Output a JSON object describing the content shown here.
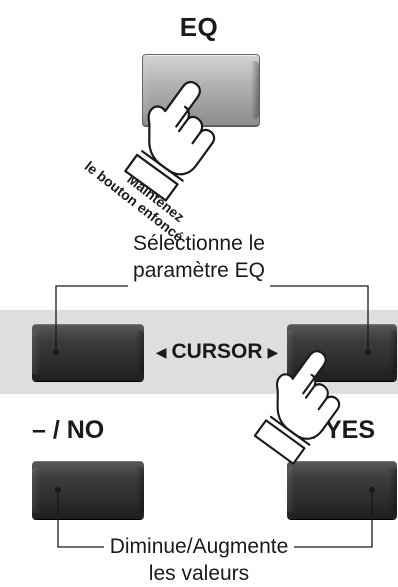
{
  "eq_title": "EQ",
  "hold_note": {
    "line1": "Maintenez",
    "line2": "le bouton enfoncé"
  },
  "select_note": {
    "line1": "Sélectionne le",
    "line2": "paramètre EQ"
  },
  "cursor_label": "CURSOR",
  "no_label": "– / NO",
  "yes_label": "+ / YES",
  "values_note": {
    "line1": "Diminue/Augmente",
    "line2": "les valeurs"
  },
  "colors": {
    "band": "#dedede",
    "button_dark": "#2c2c2c",
    "button_light": "#b3b3b3",
    "line": "#1a1a1a"
  },
  "icons": [
    "pressing-hand-icon",
    "left-arrow-icon",
    "right-arrow-icon"
  ]
}
